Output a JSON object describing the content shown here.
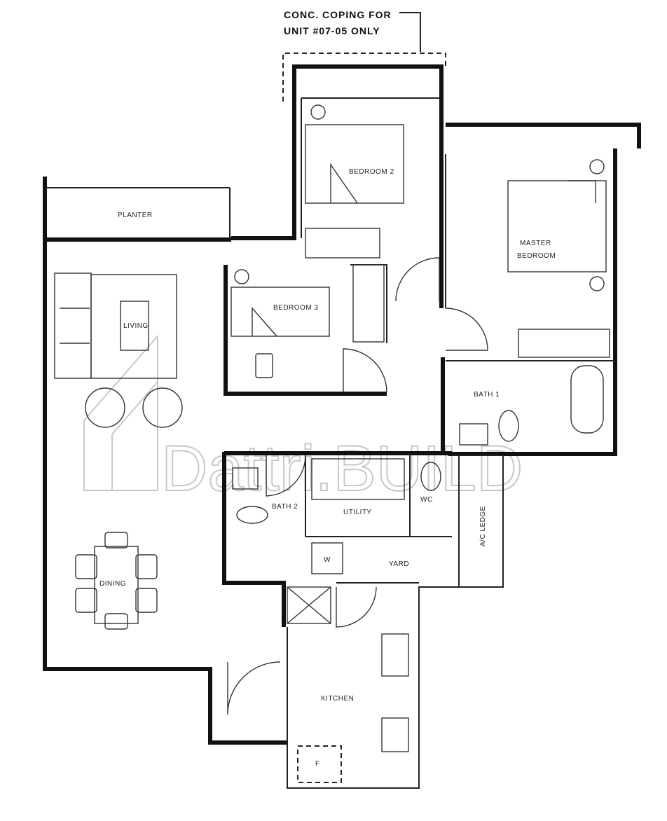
{
  "note": {
    "line1": "CONC. COPING FOR",
    "line2": "UNIT #07-05 ONLY"
  },
  "rooms": {
    "planter": "PLANTER",
    "living": "LIVING",
    "bedroom2": "BEDROOM 2",
    "bedroom3": "BEDROOM 3",
    "master_line1": "MASTER",
    "master_line2": "BEDROOM",
    "bath1": "BATH 1",
    "bath2": "BATH 2",
    "utility": "UTILITY",
    "wc": "WC",
    "yard": "YARD",
    "ac_ledge": "A/C LEDGE",
    "dining": "DINING",
    "kitchen": "KITCHEN",
    "washer": "W",
    "fridge": "F"
  },
  "watermark": {
    "text": "Dattri.BUILD"
  }
}
